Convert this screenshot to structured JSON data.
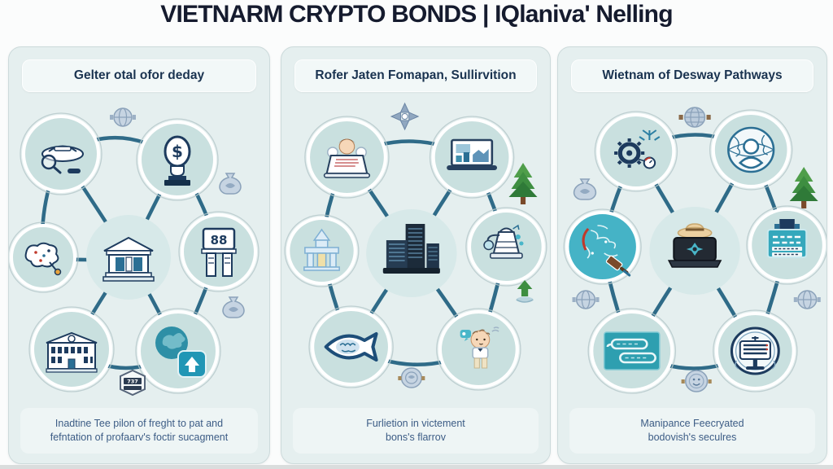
{
  "title": "VIETNARM CRYPTO BONDS | IQlaniva' Nelling",
  "panels": [
    {
      "header": "Gelter otal ofor deday",
      "caption_line1": "Inadtine Tee pilon of freght to pat and",
      "caption_line2": "fefntation of profaarv's foctir sucagment",
      "icons": [
        "platter-magnifier-icon",
        "coin-link-icon",
        "dollar-trophy-icon",
        "map-pins-icon",
        "bank-icon",
        "money-bag-icon",
        "sign-88-icon",
        "facade-building-icon",
        "globe-upload-icon",
        "badge-737-icon"
      ]
    },
    {
      "header": "Rofer Jaten Fomapan, Sullirvition",
      "caption_line1": "Furlietion in victement",
      "caption_line2": "bons's flarrov",
      "icons": [
        "person-laptop-icon",
        "compass-icon",
        "laptop-chart-icon",
        "pine-tree-icon",
        "pale-building-icon",
        "skyscrapers-icon",
        "distiller-machine-icon",
        "growth-arrow-icon",
        "fish-icon",
        "child-speech-icon",
        "round-badge-icon"
      ]
    },
    {
      "header": "Wietnam of Desway Pathways",
      "caption_line1": "Manipance Feecryated",
      "caption_line2": "bodovish's seculres",
      "icons": [
        "gear-spark-icon",
        "winged-globe-icon",
        "globe-person-icon",
        "money-bag-icon",
        "pine-tree-icon",
        "map-gavel-icon",
        "hat-person-laptop-icon",
        "sign-machine-icon",
        "coin-icon",
        "card-capsules-icon",
        "emblem-machine-icon",
        "coin-face-icon"
      ]
    }
  ],
  "labels": {
    "dollar": "$",
    "sign88": "88",
    "badge737": "737"
  },
  "colors": {
    "panel_bg": "#e5efef",
    "circle_fill": "#c9e0df",
    "connector": "#20607f",
    "navy": "#1d3b5e",
    "teal": "#2e9fb0",
    "title_text": "#151b2e",
    "caption_text": "#3c5c85",
    "tree_green": "#3e8e41",
    "accent_red": "#c0392b"
  }
}
